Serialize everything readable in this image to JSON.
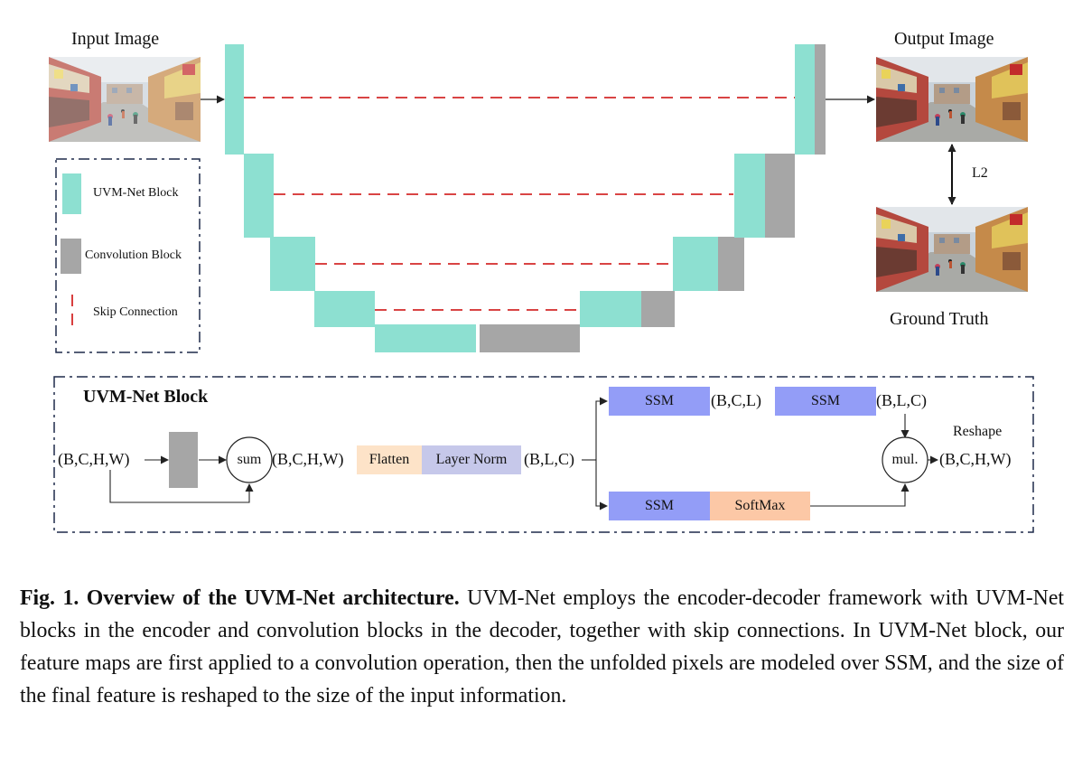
{
  "top": {
    "input_label": "Input Image",
    "output_label": "Output Image",
    "ground_truth_label": "Ground Truth",
    "loss_label": "L2"
  },
  "legend": {
    "uvm_block": "UVM-Net Block",
    "conv_block": "Convolution Block",
    "skip": "Skip Connection"
  },
  "uvm_block_detail": {
    "title": "UVM-Net Block",
    "input_shape": "(B,C,H,W)",
    "sum": "sum",
    "after_sum_shape": "(B,C,H,W)",
    "flatten": "Flatten",
    "layer_norm": "Layer Norm",
    "flat_shape": "(B,L,C)",
    "ssm_1": "SSM",
    "shape_bcl": "(B,C,L)",
    "ssm_2": "SSM",
    "shape_blc": "(B,L,C)",
    "ssm_3": "SSM",
    "softmax": "SoftMax",
    "mul": "mul.",
    "reshape": "Reshape",
    "output_shape": "(B,C,H,W)"
  },
  "colors": {
    "uvm_teal": "#8de0d1",
    "conv_gray": "#a6a6a6",
    "skip_red": "#d42a2a",
    "ssm_blue": "#939df7",
    "layernorm_lavender": "#c6c8ea",
    "flatten_peach": "#fde3c8",
    "softmax_orange": "#fcc8a6"
  },
  "caption": {
    "bold": "Fig. 1. Overview of the UVM-Net architecture.",
    "text": " UVM-Net employs the encoder-decoder framework with UVM-Net blocks in the encoder and convolution blocks in the decoder, together with skip connections. In UVM-Net block, our feature maps are first applied to a convolution operation, then the unfolded pixels are modeled over SSM, and the size of the final feature is reshaped to the size of the input information."
  }
}
